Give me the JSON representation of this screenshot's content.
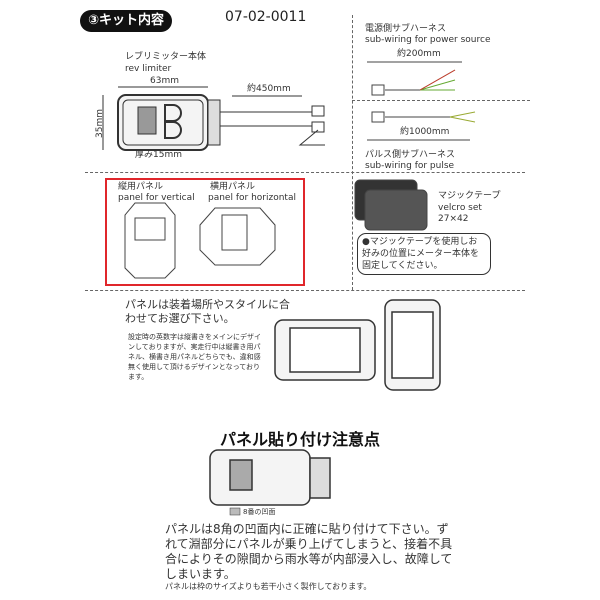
{
  "header": {
    "badge": "③キット内容",
    "code": "07-02-0011"
  },
  "rev_limiter": {
    "title_jp": "レブリミッター本体",
    "title_en": "rev limiter",
    "width": "63mm",
    "height": "35mm",
    "thickness": "厚み15mm",
    "cable": "約450mm"
  },
  "power_harness": {
    "title_jp": "電源側サブハーネス",
    "title_en": "sub-wiring for power source",
    "length": "約200mm"
  },
  "pulse_harness": {
    "title_jp": "パルス側サブハーネス",
    "title_en": "sub-wiring for pulse",
    "length": "約1000mm"
  },
  "panels": {
    "vertical_jp": "縦用パネル",
    "vertical_en": "panel for vertical",
    "horizontal_jp": "横用パネル",
    "horizontal_en": "panel for horizontal"
  },
  "velcro": {
    "title_jp": "マジックテープ",
    "title_en": "velcro set",
    "size": "27×42",
    "note": "●マジックテープを使用しお好みの位置にメーター本体を固定してください。"
  },
  "choose": {
    "heading": "パネルは装着場所やスタイルに合わせてお選び下さい。",
    "detail": "設定時の英数字は縦書きをメインにデザインしておりますが、実走行中は縦書き用パネル、横書き用パネルどちらでも、違和感無く使用して頂けるデザインとなっております。"
  },
  "caution": {
    "title": "パネル貼り付け注意点",
    "legend": "8番の凹面",
    "body": "パネルは8角の凹面内に正確に貼り付けて下さい。ずれて淵部分にパネルが乗り上げてしまうと、接着不具合によりその隙間から雨水等が内部浸入し、故障してしまいます。",
    "small_note": "パネルは枠のサイズよりも若干小さく製作しております。"
  },
  "colors": {
    "frame": "#e0262b",
    "badge": "#111111"
  }
}
